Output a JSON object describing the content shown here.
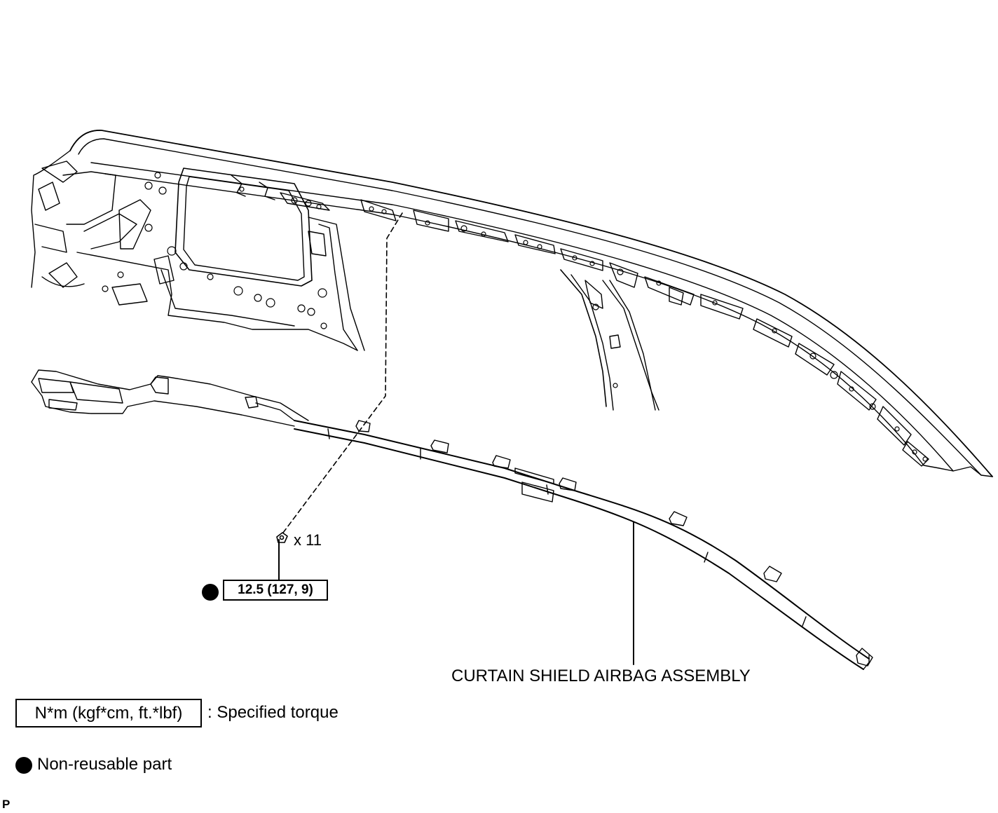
{
  "diagram": {
    "fastener_quantity": "x 11",
    "torque_value": "12.5 (127, 9)",
    "part_label": "CURTAIN SHIELD AIRBAG ASSEMBLY"
  },
  "legend": {
    "torque_units": "N*m (kgf*cm, ft.*lbf)",
    "torque_description": ": Specified torque",
    "nonreusable_description": "Non-reusable part"
  },
  "corner_code": "P",
  "colors": {
    "line": "#000000",
    "background": "#ffffff"
  }
}
